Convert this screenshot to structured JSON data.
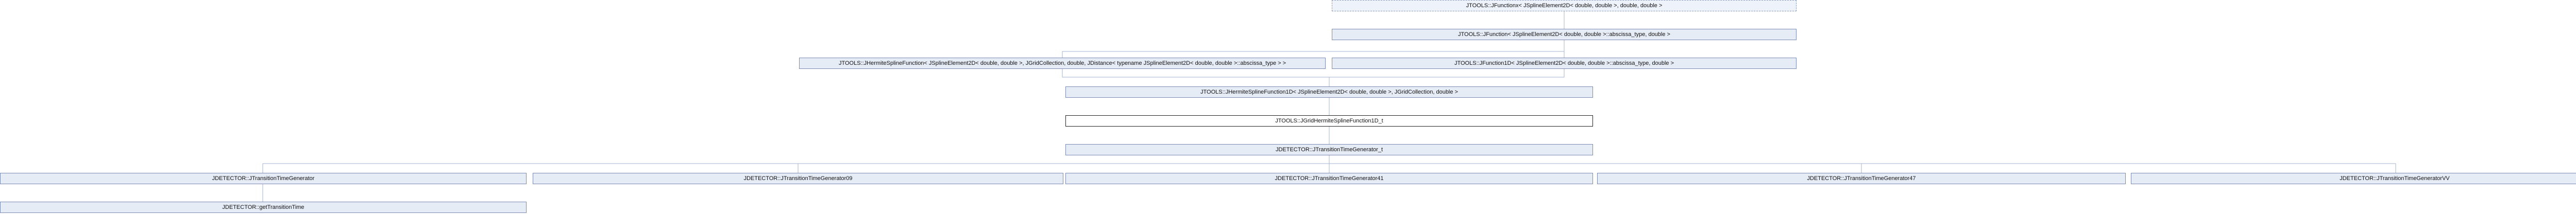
{
  "nodes": {
    "functionx": "JTOOLS::JFunctionx< JSplineElement2D< double, double >, double, double >",
    "function_interface": "JTOOLS::JFunction< JSplineElement2D< double, double >::abscissa_type, double >",
    "hermite_spline_function": "JTOOLS::JHermiteSplineFunction< JSplineElement2D< double, double >, JGridCollection, double, JDistance< typename JSplineElement2D< double, double >::abscissa_type > >",
    "function1d": "JTOOLS::JFunction1D< JSplineElement2D< double, double >::abscissa_type, double >",
    "hermite_spline_function1d": "JTOOLS::JHermiteSplineFunction1D< JSplineElement2D< double, double >, JGridCollection, double >",
    "grid_hermite": "JTOOLS::JGridHermiteSplineFunction1D_t",
    "transition_time_generator_t": "JDETECTOR::JTransitionTimeGenerator_t",
    "gen": "JDETECTOR::JTransitionTimeGenerator",
    "gen_9": "JDETECTOR::JTransitionTimeGenerator09",
    "gen_41": "JDETECTOR::JTransitionTimeGenerator41",
    "gen_47": "JDETECTOR::JTransitionTimeGenerator47",
    "gen_vv": "JDETECTOR::JTransitionTimeGeneratorVV",
    "get_tt": "JDETECTOR::getTransitionTime"
  }
}
